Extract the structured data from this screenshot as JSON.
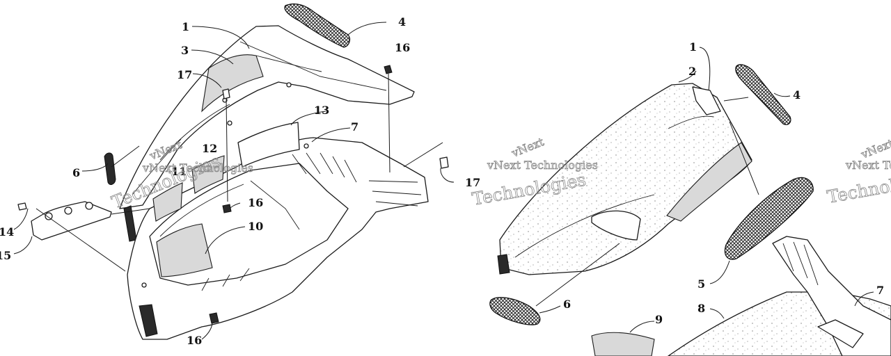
{
  "watermark": {
    "line1": "vNext Technologies",
    "line2": "Technologies",
    "line_small": "vNext"
  },
  "left_view": {
    "callouts": [
      "1",
      "3",
      "17",
      "6",
      "12",
      "11",
      "14",
      "15",
      "4",
      "16",
      "13",
      "7",
      "17",
      "16",
      "10",
      "16"
    ]
  },
  "right_view": {
    "callouts": [
      "1",
      "2",
      "4",
      "5",
      "6",
      "8",
      "9",
      "7"
    ]
  }
}
